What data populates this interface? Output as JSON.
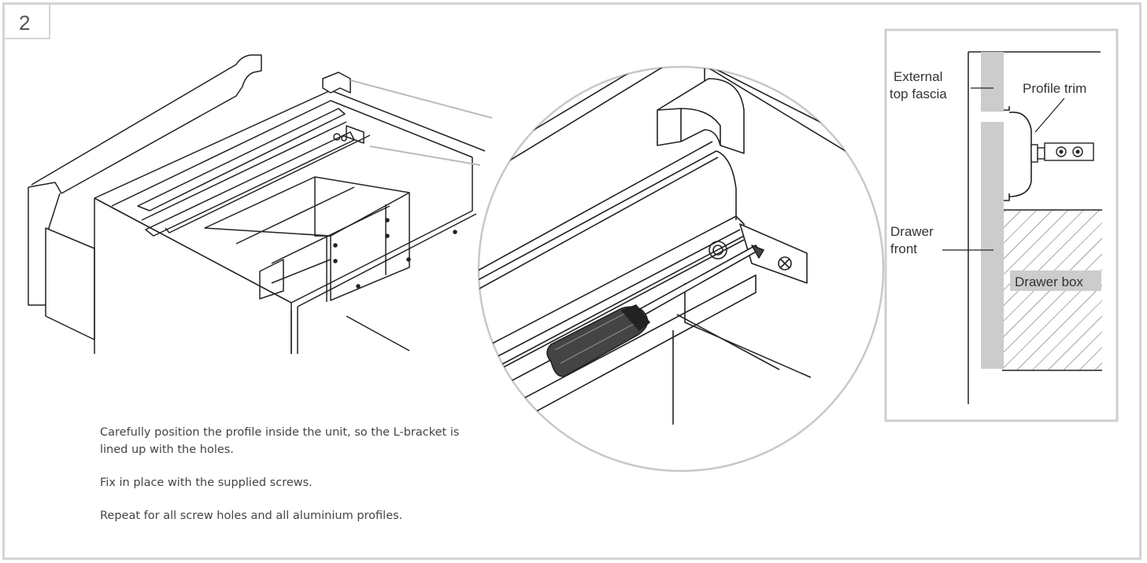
{
  "step_number": "2",
  "instructions": [
    "Carefully position the profile inside the unit, so the L-bracket is lined up with the holes.",
    "Fix in place with the supplied screws.",
    "Repeat for all screw holes and all aluminium profiles."
  ],
  "diagram_labels": {
    "external_top_fascia_line1": "External",
    "external_top_fascia_line2": "top fascia",
    "profile_trim": "Profile trim",
    "drawer_front_line1": "Drawer",
    "drawer_front_line2": "front",
    "drawer_box": "Drawer box"
  },
  "colors": {
    "frame_border": "#d4d4d4",
    "panel_fill": "#cccccc",
    "line": "#222222"
  }
}
